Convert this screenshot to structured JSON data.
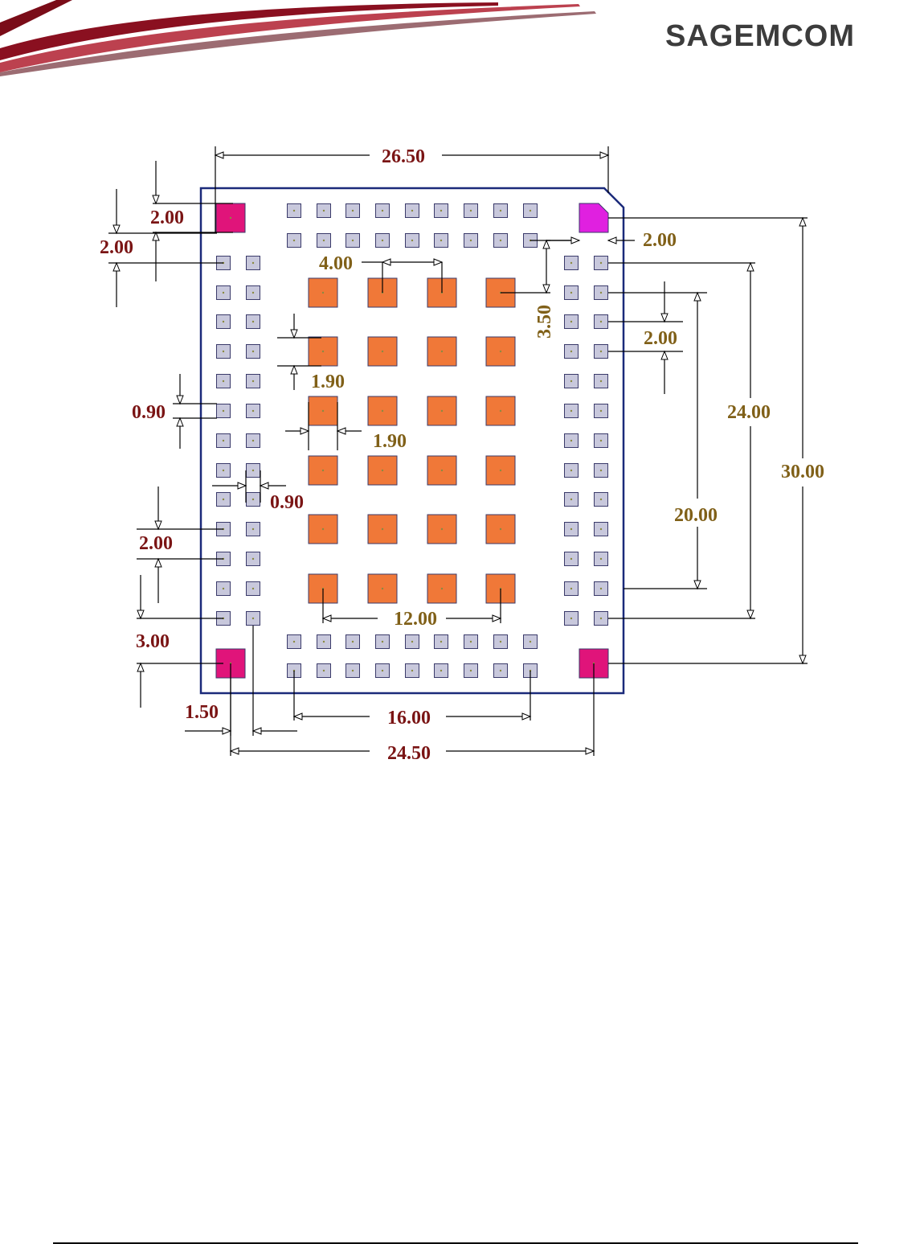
{
  "header": {
    "brand": "SAGEMCOM"
  },
  "colors": {
    "board_outline": "#1b2a7a",
    "signal_pad": "#c8c8dc",
    "ground_pad": "#f07838",
    "corner_pad": "#e0147a",
    "corner_pad_pin1": "#e020e0",
    "dim_outer": "#7a1414",
    "dim_inner": "#806018"
  },
  "dimensions": {
    "overall_width": "26.50",
    "overall_height": "30.00",
    "corner_pad_width": "24.50",
    "side_pad_span": "24.00",
    "inner_pad_span": "20.00",
    "bottom_row_span": "16.00",
    "ground_grid_width": "12.00",
    "ground_pitch": "4.00",
    "ground_offset": "3.50",
    "ground_size_v": "1.90",
    "ground_size_h": "1.90",
    "top_margin": "2.00",
    "left_margin": "2.00",
    "right_pitch": "2.00",
    "right_offset": "2.00",
    "pad_size_v": "0.90",
    "pad_size_h": "0.90",
    "left_pitch": "2.00",
    "bottom_margin": "3.00",
    "column_offset": "1.50"
  }
}
